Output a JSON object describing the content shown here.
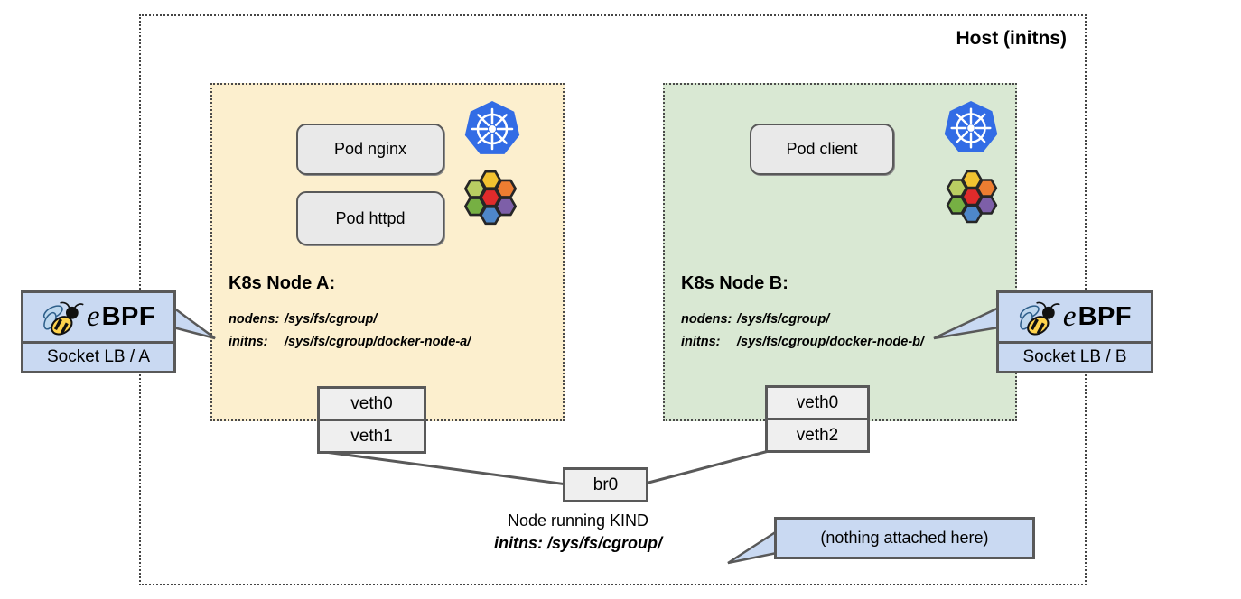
{
  "host": {
    "label": "Host (initns)"
  },
  "node_a": {
    "title": "K8s Node A:",
    "pods": [
      "Pod nginx",
      "Pod httpd"
    ],
    "ns": [
      {
        "label": "nodens:",
        "path": "/sys/fs/cgroup/"
      },
      {
        "label": "initns:",
        "path": "/sys/fs/cgroup/docker-node-a/"
      }
    ],
    "veth": [
      "veth0",
      "veth1"
    ]
  },
  "node_b": {
    "title": "K8s Node B:",
    "pods": [
      "Pod client"
    ],
    "ns": [
      {
        "label": "nodens:",
        "path": "/sys/fs/cgroup/"
      },
      {
        "label": "initns:",
        "path": "/sys/fs/cgroup/docker-node-b/"
      }
    ],
    "veth": [
      "veth0",
      "veth2"
    ]
  },
  "ebpf_a": {
    "logo_e": "e",
    "logo_bpf": "BPF",
    "socket_label": "Socket LB / A"
  },
  "ebpf_b": {
    "logo_e": "e",
    "logo_bpf": "BPF",
    "socket_label": "Socket LB / B"
  },
  "bridge": {
    "label": "br0"
  },
  "kind_note": {
    "line1": "Node running KIND",
    "line2": "initns: /sys/fs/cgroup/"
  },
  "callout": {
    "label": "(nothing attached here)"
  },
  "icons": {
    "kubernetes": "kubernetes-helm-wheel",
    "honeycomb": "colored-hexagon-cluster",
    "bee": "ebpf-bee"
  },
  "colors": {
    "node_a_fill": "#FCEFCE",
    "node_b_fill": "#D9E8D3",
    "blue_box_fill": "#C9D9F2",
    "box_border": "#595959",
    "k8s_blue": "#326CE5",
    "honeycomb": [
      "#F2C230",
      "#B9CE62",
      "#ED7D31",
      "#E02B2B",
      "#76B043",
      "#7D5FA8",
      "#4E87C9"
    ]
  }
}
